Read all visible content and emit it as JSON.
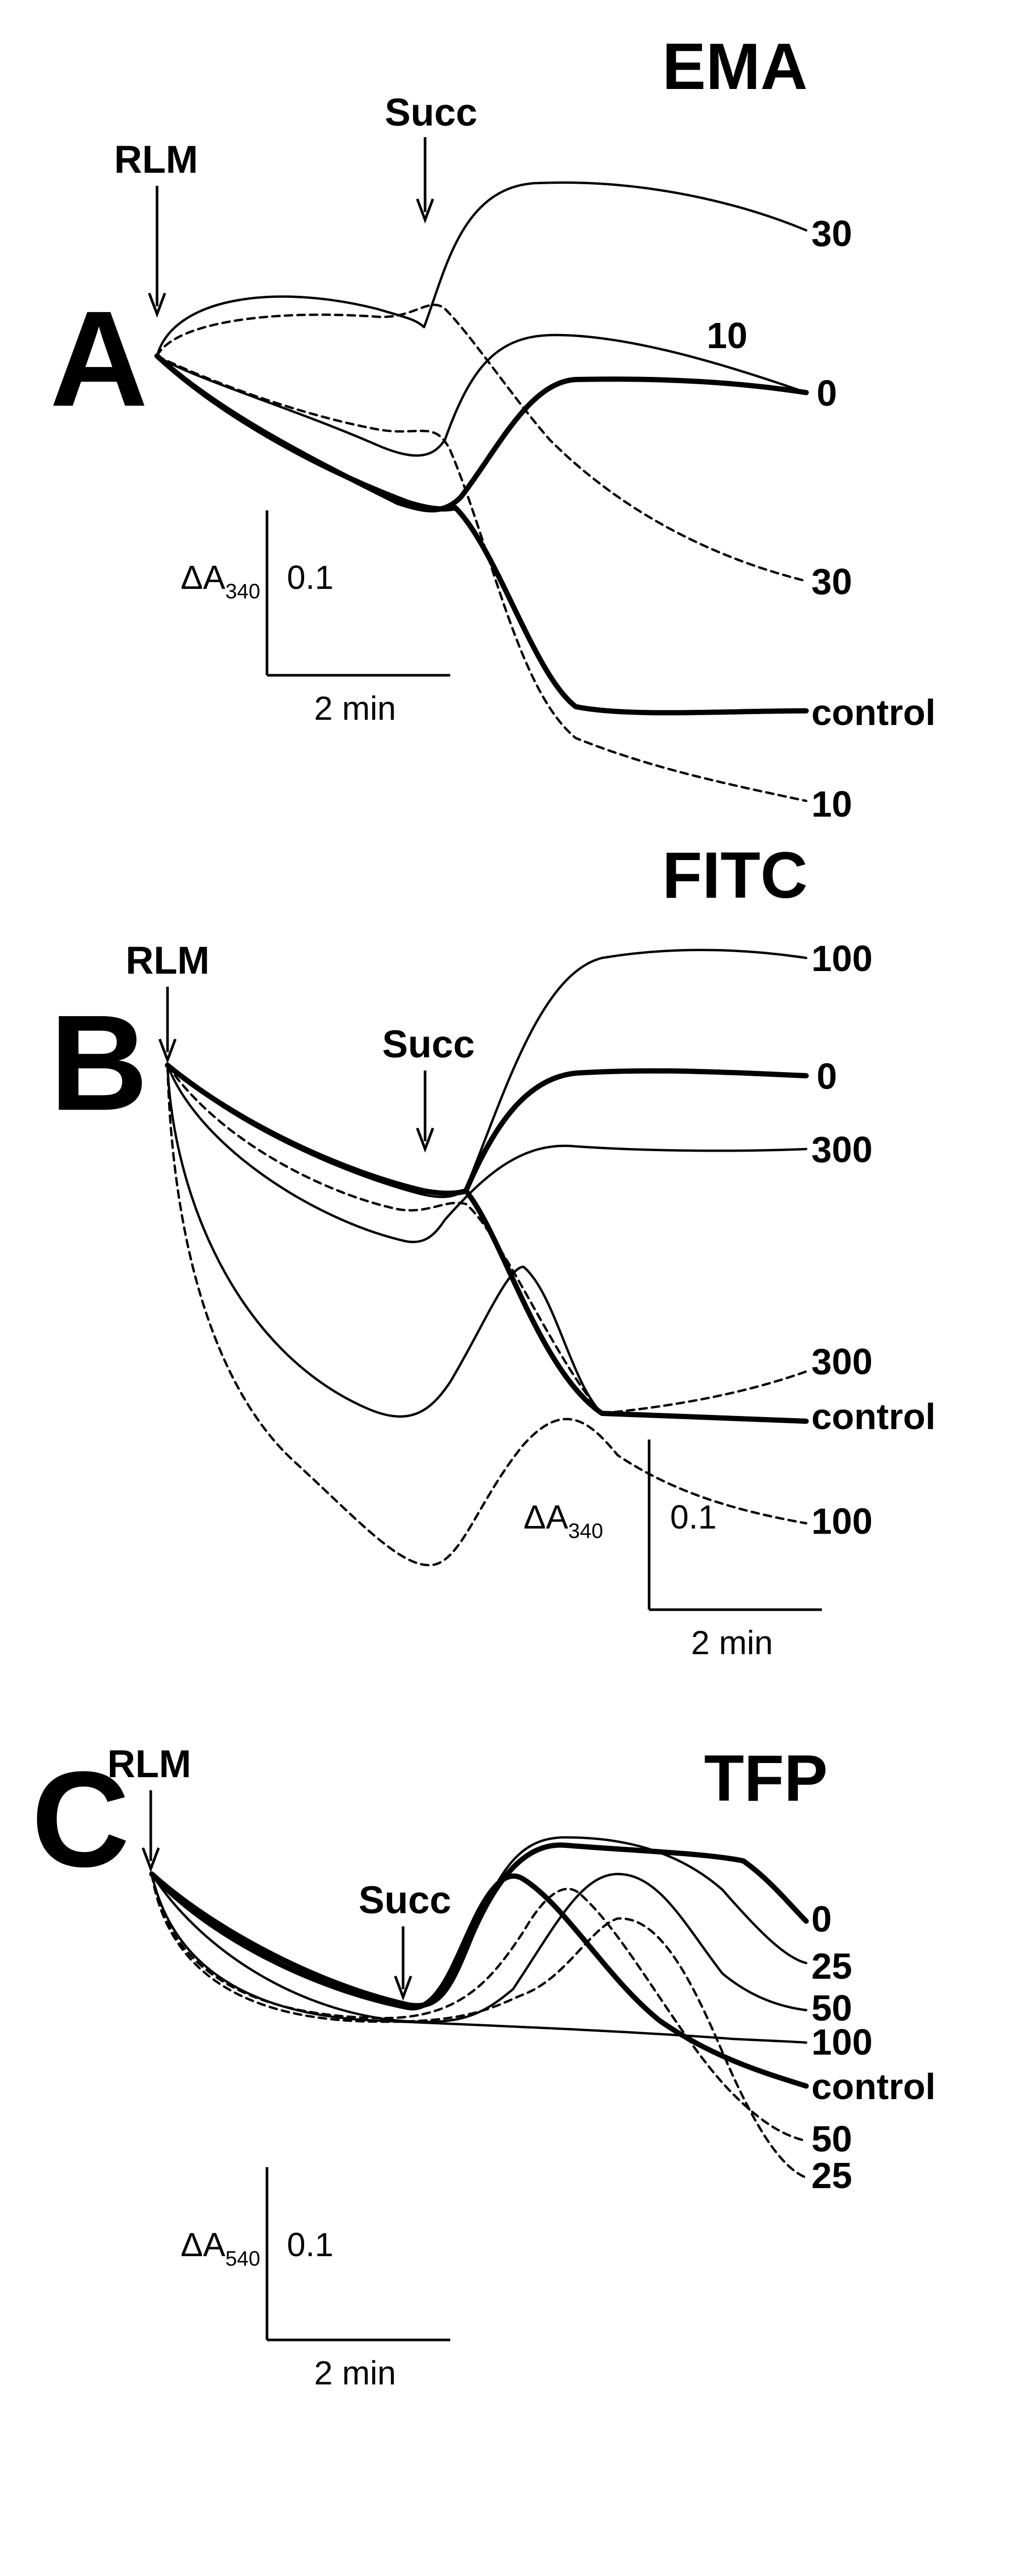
{
  "chart_data": [
    {
      "type": "line",
      "panel": "A",
      "title": "EMA",
      "annotations": [
        "RLM",
        "Succ"
      ],
      "scale_bar": {
        "y_label": "ΔA",
        "y_subscript": "340",
        "y_value": "0.1",
        "x_value": "2 min"
      },
      "series": [
        {
          "name": "30",
          "style": "solid-thin",
          "label_text": "30",
          "y_units": [
            0.0,
            0.17,
            0.19,
            0.16,
            0.14,
            0.22,
            0.36,
            0.4,
            0.35,
            0.32
          ]
        },
        {
          "name": "10",
          "style": "solid-thin",
          "label_text": "10",
          "y_units": [
            0.0,
            -0.06,
            -0.08,
            -0.1,
            -0.12,
            -0.04,
            0.03,
            0.05,
            0.04,
            0.0
          ]
        },
        {
          "name": "0",
          "style": "solid-thick",
          "label_text": "0",
          "y_units": [
            0.0,
            -0.1,
            -0.18,
            -0.24,
            -0.26,
            -0.18,
            0.0,
            0.02,
            0.01,
            0.0
          ]
        },
        {
          "name": "control",
          "style": "solid-thick",
          "label_text": "control",
          "y_units": [
            0.0,
            -0.12,
            -0.2,
            -0.24,
            -0.26,
            -0.36,
            -0.64,
            -0.65,
            -0.64,
            -0.64
          ]
        },
        {
          "name": "30",
          "style": "dashed",
          "label_text": "30",
          "y_units": [
            0.0,
            0.09,
            0.11,
            0.12,
            0.14,
            0.08,
            -0.12,
            -0.28,
            -0.34,
            -0.38
          ]
        },
        {
          "name": "10",
          "style": "dashed",
          "label_text": "10",
          "y_units": [
            0.0,
            -0.04,
            -0.1,
            -0.15,
            -0.2,
            -0.32,
            -0.62,
            -0.72,
            -0.76,
            -0.8
          ]
        }
      ]
    },
    {
      "type": "line",
      "panel": "B",
      "title": "FITC",
      "annotations": [
        "RLM",
        "Succ"
      ],
      "scale_bar": {
        "y_label": "ΔA",
        "y_subscript": "340",
        "y_value": "0.1",
        "x_value": "2 min"
      },
      "series": [
        {
          "name": "100",
          "style": "solid-thin",
          "label_text": "100",
          "y_units": [
            0.0,
            -0.12,
            -0.22,
            -0.3,
            -0.36,
            -0.02,
            0.18,
            0.22,
            0.21,
            0.2
          ]
        },
        {
          "name": "0",
          "style": "solid-thick",
          "label_text": "0",
          "y_units": [
            0.0,
            -0.12,
            -0.22,
            -0.3,
            -0.36,
            -0.18,
            -0.06,
            -0.05,
            -0.05,
            -0.05
          ]
        },
        {
          "name": "300",
          "style": "solid-thin",
          "label_text": "300",
          "y_units": [
            0.0,
            -0.18,
            -0.3,
            -0.38,
            -0.42,
            -0.2,
            -0.26,
            -0.25,
            -0.24,
            -0.24
          ]
        },
        {
          "name": "control",
          "style": "solid-thick",
          "label_text": "control",
          "y_units": [
            0.0,
            -0.12,
            -0.22,
            -0.3,
            -0.36,
            -0.58,
            -0.74,
            -0.74,
            -0.75,
            -0.75
          ]
        },
        {
          "name": "300",
          "style": "solid-thin",
          "label_text": "300",
          "y_units": [
            0.0,
            -0.32,
            -0.58,
            -0.7,
            -0.78,
            -0.62,
            -0.62,
            -0.6,
            -0.58,
            -0.56
          ]
        },
        {
          "name": "100",
          "style": "dashed",
          "label_text": "100",
          "y_units": [
            0.0,
            -0.55,
            -0.82,
            -0.95,
            -1.0,
            -0.72,
            -0.76,
            -0.76,
            -0.78,
            -0.82
          ]
        }
      ]
    },
    {
      "type": "line",
      "panel": "C",
      "title": "TFP",
      "annotations": [
        "RLM",
        "Succ"
      ],
      "scale_bar": {
        "y_label": "ΔA",
        "y_subscript": "540",
        "y_value": "0.1",
        "x_value": "2 min"
      },
      "series": [
        {
          "name": "0",
          "style": "solid-thick",
          "label_text": "0",
          "y_units": [
            0.0,
            -0.16,
            -0.24,
            -0.28,
            -0.25,
            0.03,
            0.02,
            0.02,
            0.0,
            -0.12
          ]
        },
        {
          "name": "25",
          "style": "solid-thin",
          "label_text": "25",
          "y_units": [
            0.0,
            -0.16,
            -0.25,
            -0.28,
            -0.25,
            0.03,
            0.03,
            0.02,
            -0.1,
            -0.18
          ]
        },
        {
          "name": "50",
          "style": "solid-thin",
          "label_text": "50",
          "y_units": [
            0.0,
            -0.18,
            -0.26,
            -0.3,
            -0.28,
            -0.1,
            0.02,
            0.0,
            -0.18,
            -0.24
          ]
        },
        {
          "name": "100",
          "style": "solid-thin",
          "label_text": "100",
          "y_units": [
            0.0,
            -0.22,
            -0.3,
            -0.33,
            -0.33,
            -0.33,
            -0.33,
            -0.34,
            -0.34,
            -0.34
          ]
        },
        {
          "name": "control",
          "style": "solid-thick",
          "label_text": "control",
          "y_units": [
            0.0,
            -0.17,
            -0.25,
            -0.29,
            -0.27,
            -0.04,
            -0.14,
            -0.28,
            -0.34,
            -0.38
          ]
        },
        {
          "name": "50",
          "style": "dashed",
          "label_text": "50",
          "y_units": [
            0.0,
            -0.24,
            -0.31,
            -0.34,
            -0.32,
            -0.06,
            -0.06,
            -0.36,
            -0.45,
            -0.5
          ]
        },
        {
          "name": "25",
          "style": "dashed",
          "label_text": "25",
          "y_units": [
            0.0,
            -0.25,
            -0.32,
            -0.34,
            -0.32,
            -0.1,
            -0.06,
            -0.2,
            -0.48,
            -0.6
          ]
        }
      ]
    }
  ]
}
